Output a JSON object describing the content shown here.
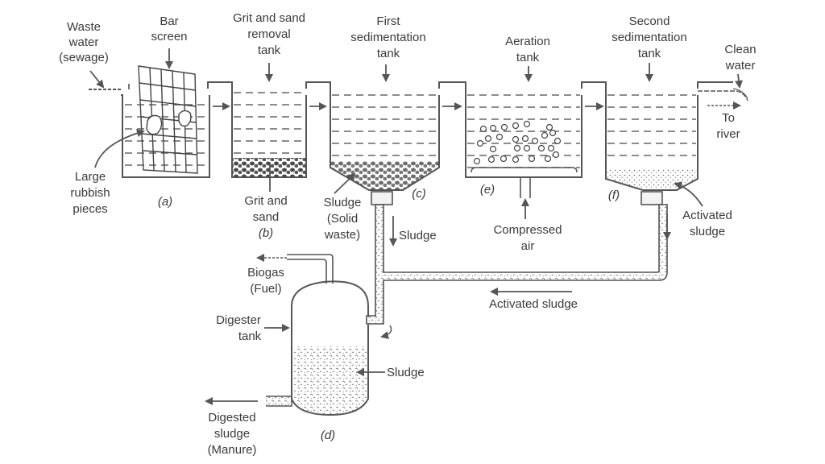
{
  "title": "Sewage treatment plant process diagram",
  "labels": {
    "waste_water": [
      "Waste",
      "water",
      "(sewage)"
    ],
    "bar_screen": [
      "Bar",
      "screen"
    ],
    "grit_tank": [
      "Grit and sand",
      "removal",
      "tank"
    ],
    "first_sed": [
      "First",
      "sedimentation",
      "tank"
    ],
    "aeration": [
      "Aeration",
      "tank"
    ],
    "second_sed": [
      "Second",
      "sedimentation",
      "tank"
    ],
    "clean_water": [
      "Clean",
      "water"
    ],
    "to_river": [
      "To",
      "river"
    ],
    "large_rubbish": [
      "Large",
      "rubbish",
      "pieces"
    ],
    "grit_sand": [
      "Grit and",
      "sand",
      "(b)"
    ],
    "sludge_solid": [
      "Sludge",
      "(Solid",
      "waste)"
    ],
    "sludge_flow": "Sludge",
    "compressed_air": [
      "Compressed",
      "air"
    ],
    "activated_sludge_tank": [
      "Activated",
      "sludge"
    ],
    "activated_sludge_return": "Activated sludge",
    "biogas": [
      "Biogas",
      "(Fuel)"
    ],
    "digester_tank": [
      "Digester",
      "tank"
    ],
    "digester_sludge": "Sludge",
    "digested_sludge": [
      "Digested",
      "sludge",
      "(Manure)"
    ]
  },
  "stage_markers": {
    "a": "(a)",
    "c": "(c)",
    "e": "(e)",
    "f": "(f)",
    "d": "(d)"
  },
  "colors": {
    "line": "#555555",
    "text": "#3a3a3a",
    "grit": "#4a4a4a",
    "background": "#ffffff"
  }
}
